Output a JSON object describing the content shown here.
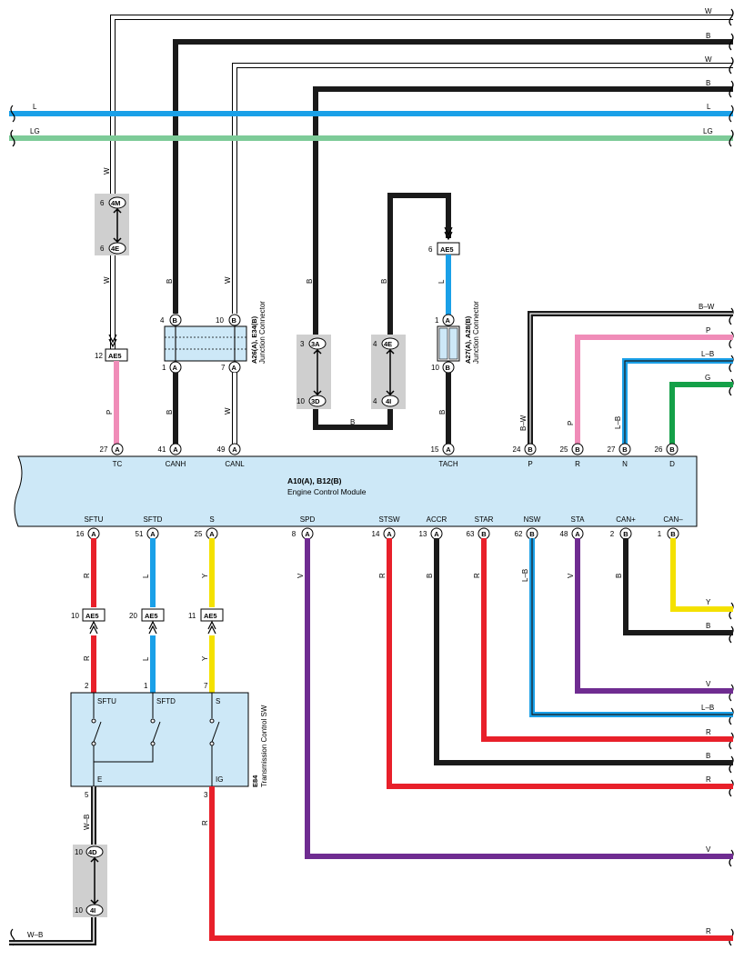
{
  "colors": {
    "B": "#1a1a1a",
    "W": "#ffffff",
    "L": "#1aa0e8",
    "LG": "#7dcb98",
    "R": "#e8202a",
    "V": "#6f2c91",
    "Y": "#f4e100",
    "P": "#f08cb8",
    "G": "#14a048",
    "box": "#cde8f7",
    "connbg": "#cfcfcf"
  },
  "ecm": {
    "title": "A10(A), B12(B)",
    "subtitle": "Engine Control Module"
  },
  "ecm_top_pins": [
    {
      "num": "27",
      "conn": "A",
      "name": "TC"
    },
    {
      "num": "41",
      "conn": "A",
      "name": "CANH"
    },
    {
      "num": "49",
      "conn": "A",
      "name": "CANL"
    },
    {
      "num": "15",
      "conn": "A",
      "name": "TACH"
    },
    {
      "num": "24",
      "conn": "B",
      "name": "P"
    },
    {
      "num": "25",
      "conn": "B",
      "name": "R"
    },
    {
      "num": "27",
      "conn": "B",
      "name": "N"
    },
    {
      "num": "26",
      "conn": "B",
      "name": "D"
    }
  ],
  "ecm_bottom_pins": [
    {
      "num": "16",
      "conn": "A",
      "name": "SFTU"
    },
    {
      "num": "51",
      "conn": "A",
      "name": "SFTD"
    },
    {
      "num": "25",
      "conn": "A",
      "name": "S"
    },
    {
      "num": "8",
      "conn": "A",
      "name": "SPD"
    },
    {
      "num": "14",
      "conn": "A",
      "name": "STSW"
    },
    {
      "num": "13",
      "conn": "A",
      "name": "ACCR"
    },
    {
      "num": "63",
      "conn": "B",
      "name": "STAR"
    },
    {
      "num": "62",
      "conn": "B",
      "name": "NSW"
    },
    {
      "num": "48",
      "conn": "A",
      "name": "STA"
    },
    {
      "num": "2",
      "conn": "B",
      "name": "CAN+"
    },
    {
      "num": "1",
      "conn": "B",
      "name": "CAN–"
    }
  ],
  "top_wires": {
    "w1": "W",
    "b1": "B",
    "w2": "W",
    "b2": "B",
    "l": "L",
    "lg": "LG"
  },
  "right_wires_top": [
    "B–W",
    "P",
    "L–B",
    "G"
  ],
  "right_wires_bottom": [
    "Y",
    "B",
    "V",
    "L–B",
    "R",
    "B",
    "R",
    "V",
    "R"
  ],
  "wire_labels": {
    "tc_upper": "W",
    "tc_mid": "W",
    "tc_lower": "P",
    "canh": "B",
    "canh_lower": "B",
    "canl": "W",
    "canl_lower": "W",
    "loop_left": "B",
    "loop_right": "B",
    "loop_bottom": "B",
    "tach_upper": "L",
    "tach_lower": "B",
    "p": "B–W",
    "r": "P",
    "n": "L–B",
    "sftu": "R",
    "sftd": "L",
    "s": "Y",
    "spd": "V",
    "stsw": "R",
    "accr": "B",
    "star": "R",
    "nsw": "L–B",
    "sta": "V",
    "canp": "B",
    "sftu_lower": "R",
    "sftd_lower": "L",
    "s_lower": "Y",
    "e_lower": "W–B",
    "ig_lower": "R",
    "bottom_left": "W–B"
  },
  "junction_canh": {
    "id": "A26(A), E34(B)",
    "name": "Junction Connector",
    "pin_top_left": "4",
    "pin_top_right": "10",
    "pin_bot_left": "1",
    "pin_bot_right": "7",
    "c_top_left": "B",
    "c_top_right": "B",
    "c_bot_left": "A",
    "c_bot_right": "A"
  },
  "junction_tach": {
    "id": "A27(A), A28(B)",
    "name": "Junction Connector",
    "pin_top": "1",
    "pin_bot": "10",
    "c_top": "A",
    "c_bot": "B"
  },
  "connectors": {
    "tc_top": {
      "num": "6",
      "code": "4M"
    },
    "tc_bot": {
      "num": "6",
      "code": "4E"
    },
    "tc_ae5": {
      "num": "12",
      "code": "AE5"
    },
    "loop_l_top": {
      "num": "3",
      "code": "3A"
    },
    "loop_l_bot": {
      "num": "10",
      "code": "3D"
    },
    "loop_r_top": {
      "num": "4",
      "code": "4E"
    },
    "loop_r_bot": {
      "num": "4",
      "code": "4I"
    },
    "tach_ae5": {
      "num": "6",
      "code": "AE5"
    },
    "sftu_ae5": {
      "num": "10",
      "code": "AE5"
    },
    "sftd_ae5": {
      "num": "20",
      "code": "AE5"
    },
    "s_ae5": {
      "num": "11",
      "code": "AE5"
    },
    "e_top": {
      "num": "10",
      "code": "4D"
    },
    "e_bot": {
      "num": "10",
      "code": "4I"
    }
  },
  "switch": {
    "id": "E84",
    "name": "Transmission Control SW",
    "pins": [
      {
        "num": "2",
        "name": "SFTU"
      },
      {
        "num": "1",
        "name": "SFTD"
      },
      {
        "num": "7",
        "name": "S"
      },
      {
        "num": "5",
        "name": "E"
      },
      {
        "num": "3",
        "name": "IG"
      }
    ]
  }
}
